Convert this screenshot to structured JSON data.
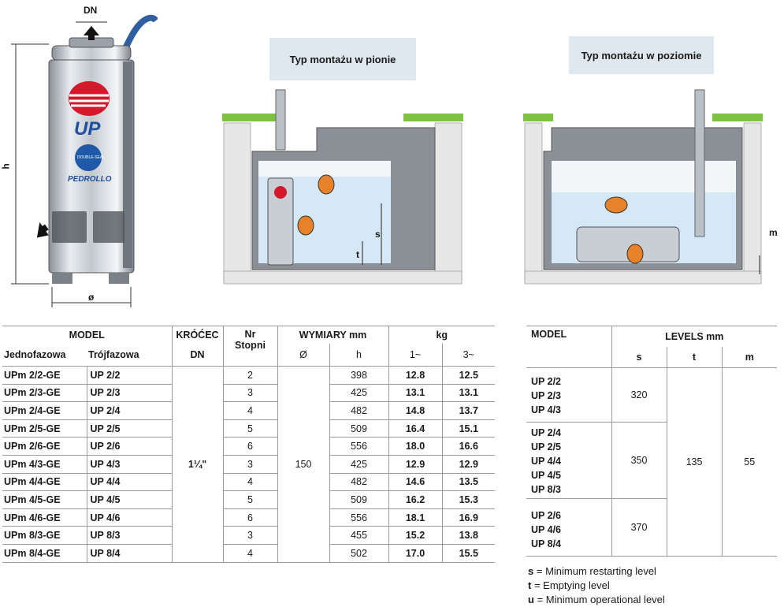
{
  "pump_image": {
    "dn_label": "DN",
    "h_label": "h",
    "diameter_label": "ø",
    "logo_text": "UP",
    "brand_text": "PEDROLLO",
    "badge_text": "DOUBLE-SEAL"
  },
  "captions": {
    "vertical": "Typ montażu w pionie",
    "horizontal": "Typ montażu w poziomie"
  },
  "diagram_labels": {
    "s": "s",
    "t": "t",
    "m": "m"
  },
  "spec_table": {
    "headers": {
      "model": "MODEL",
      "jednofazowa": "Jednofazowa",
      "trojfazowa": "Trójfazowa",
      "krocec": "KRÓĆEC",
      "dn": "DN",
      "nr": "Nr",
      "stopni": "Stopni",
      "wymiary": "WYMIARY mm",
      "diameter": "Ø",
      "h": "h",
      "kg": "kg",
      "phase1": "1~",
      "phase3": "3~"
    },
    "krocec_value": "1¼\"",
    "diameter_value": "150",
    "rows": [
      {
        "jedno": "UPm 2/2-GE",
        "troj": "UP 2/2",
        "stopni": "2",
        "h": "398",
        "kg1": "12.8",
        "kg3": "12.5"
      },
      {
        "jedno": "UPm 2/3-GE",
        "troj": "UP 2/3",
        "stopni": "3",
        "h": "425",
        "kg1": "13.1",
        "kg3": "13.1"
      },
      {
        "jedno": "UPm 2/4-GE",
        "troj": "UP 2/4",
        "stopni": "4",
        "h": "482",
        "kg1": "14.8",
        "kg3": "13.7"
      },
      {
        "jedno": "UPm 2/5-GE",
        "troj": "UP 2/5",
        "stopni": "5",
        "h": "509",
        "kg1": "16.4",
        "kg3": "15.1"
      },
      {
        "jedno": "UPm 2/6-GE",
        "troj": "UP 2/6",
        "stopni": "6",
        "h": "556",
        "kg1": "18.0",
        "kg3": "16.6"
      },
      {
        "jedno": "UPm 4/3-GE",
        "troj": "UP 4/3",
        "stopni": "3",
        "h": "425",
        "kg1": "12.9",
        "kg3": "12.9"
      },
      {
        "jedno": "UPm 4/4-GE",
        "troj": "UP 4/4",
        "stopni": "4",
        "h": "482",
        "kg1": "14.6",
        "kg3": "13.5"
      },
      {
        "jedno": "UPm 4/5-GE",
        "troj": "UP 4/5",
        "stopni": "5",
        "h": "509",
        "kg1": "16.2",
        "kg3": "15.3"
      },
      {
        "jedno": "UPm 4/6-GE",
        "troj": "UP 4/6",
        "stopni": "6",
        "h": "556",
        "kg1": "18.1",
        "kg3": "16.9"
      },
      {
        "jedno": "UPm 8/3-GE",
        "troj": "UP 8/3",
        "stopni": "3",
        "h": "455",
        "kg1": "15.2",
        "kg3": "13.8"
      },
      {
        "jedno": "UPm 8/4-GE",
        "troj": "UP 8/4",
        "stopni": "4",
        "h": "502",
        "kg1": "17.0",
        "kg3": "15.5"
      }
    ]
  },
  "levels_table": {
    "headers": {
      "model": "MODEL",
      "levels": "LEVELS mm",
      "s": "s",
      "t": "t",
      "m": "m"
    },
    "groups": [
      {
        "models": [
          "UP 2/2",
          "UP 2/3",
          "UP 4/3"
        ],
        "s": "320"
      },
      {
        "models": [
          "UP 2/4",
          "UP 2/5",
          "UP 4/4",
          "UP 4/5",
          "UP 8/3"
        ],
        "s": "350"
      },
      {
        "models": [
          "UP 2/6",
          "UP 4/6",
          "UP 8/4"
        ],
        "s": "370"
      }
    ],
    "t": "135",
    "m": "55"
  },
  "legend": [
    {
      "key": "s",
      "text": "= Minimum restarting level"
    },
    {
      "key": "t",
      "text": "= Emptying level"
    },
    {
      "key": "u",
      "text": "= Minimum operational level"
    }
  ]
}
